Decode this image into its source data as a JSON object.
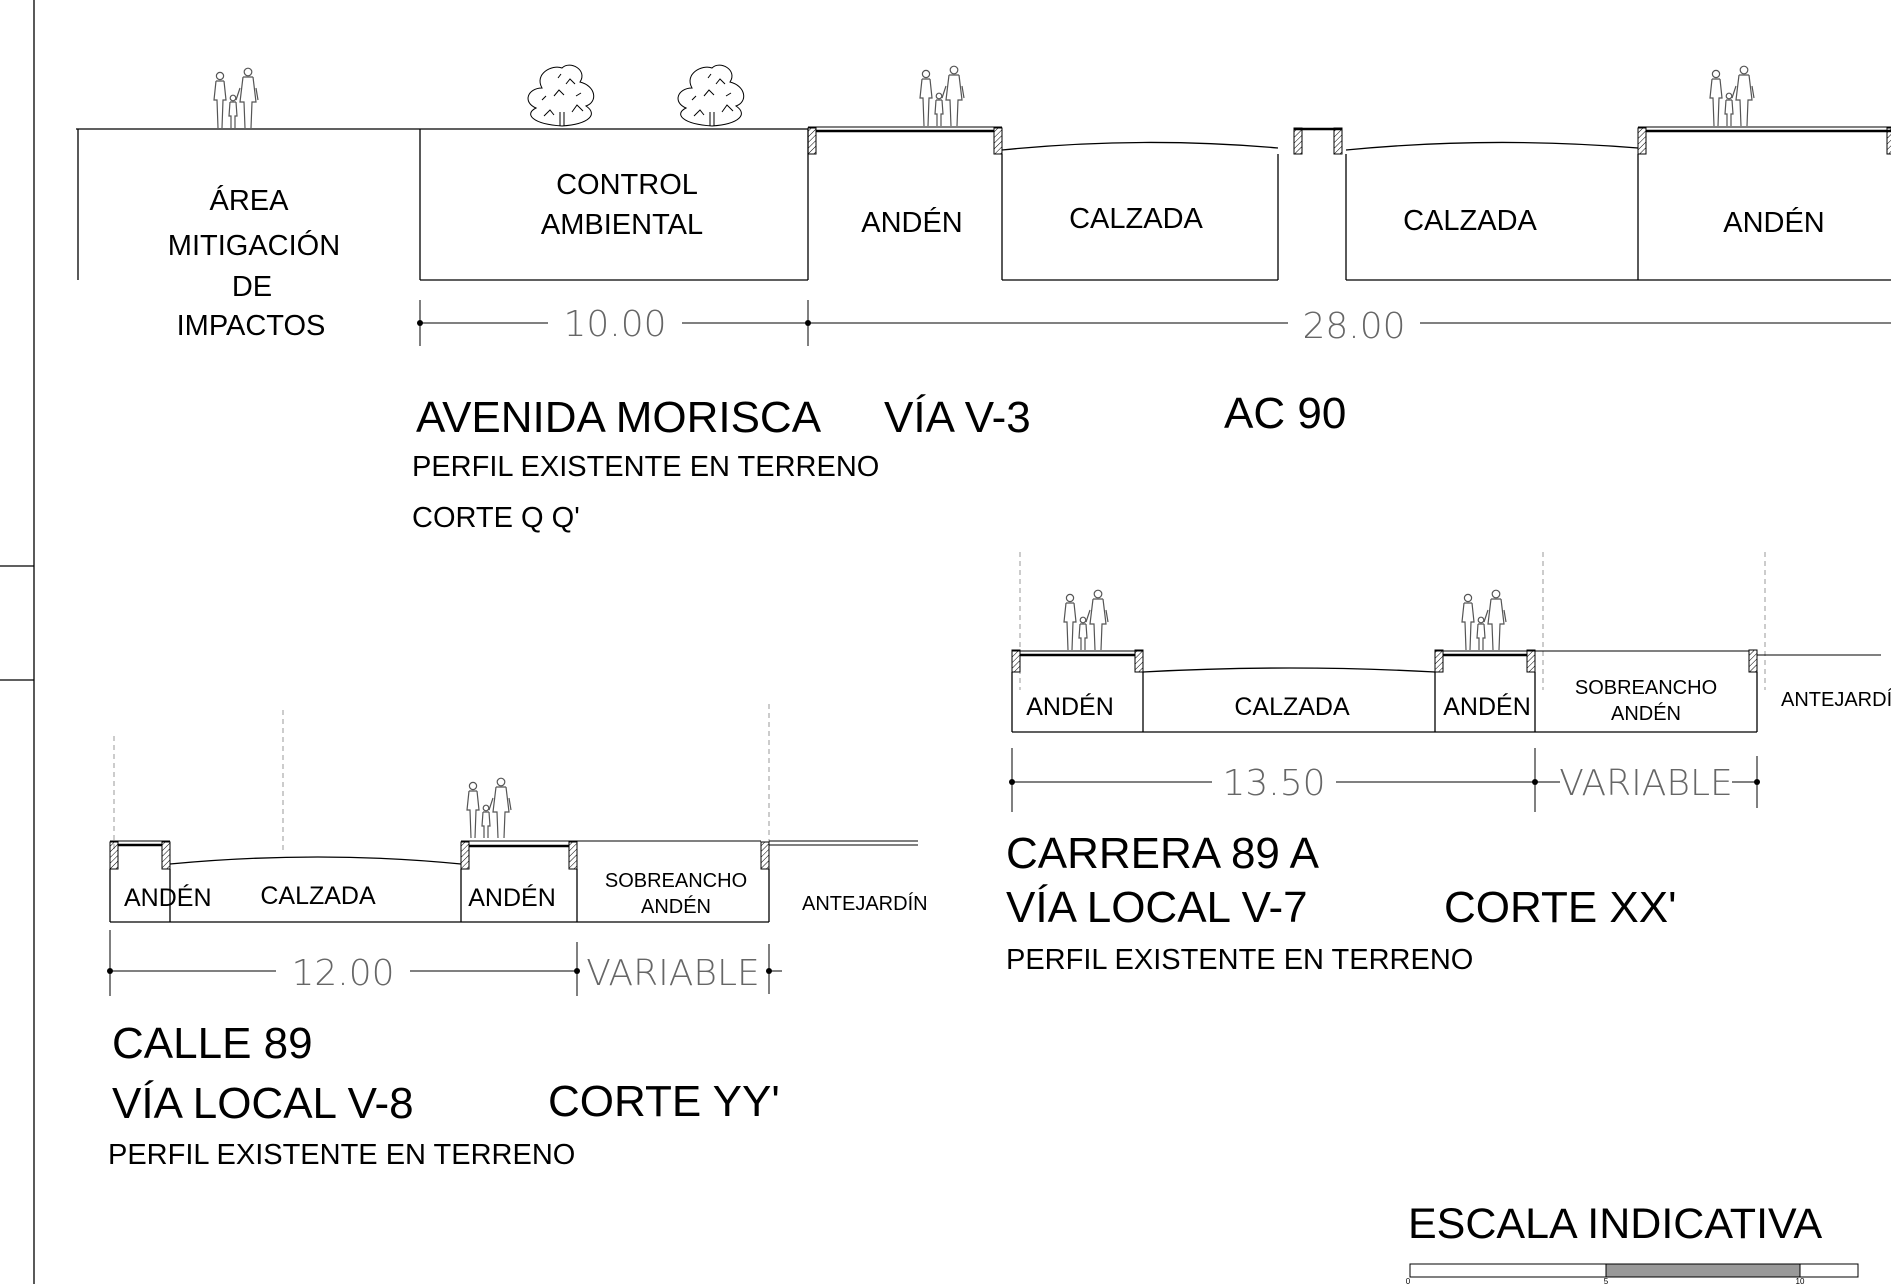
{
  "section_top": {
    "labels": {
      "mitigation": [
        "ÁREA",
        "MITIGACIÓN",
        "DE",
        "IMPACTOS"
      ],
      "control": [
        "CONTROL",
        "AMBIENTAL"
      ],
      "anden_left": "ANDÉN",
      "calzada_left": "CALZADA",
      "calzada_right": "CALZADA",
      "anden_right": "ANDÉN"
    },
    "dimensions": {
      "control_width": "10.00",
      "road_width": "28.00"
    },
    "title": {
      "road_name": "AVENIDA MORISCA",
      "road_type": "VÍA  V-3",
      "code": "AC  90",
      "profile": "PERFIL EXISTENTE EN TERRENO",
      "cut": "CORTE  Q Q'"
    }
  },
  "section_right": {
    "labels": {
      "anden_1": "ANDÉN",
      "calzada": "CALZADA",
      "anden_2": "ANDÉN",
      "sobreancho": [
        "SOBREANCHO",
        "ANDÉN"
      ],
      "antejardin": "ANTEJARDÍN"
    },
    "dimensions": {
      "width": "13.50",
      "variable": "VARIABLE"
    },
    "title": {
      "road_name": "CARRERA 89 A",
      "road_type": "VÍA  LOCAL V-7",
      "cut": "CORTE XX'",
      "profile": "PERFIL EXISTENTE EN TERRENO"
    }
  },
  "section_left": {
    "labels": {
      "anden_1": "ANDÉN",
      "calzada": "CALZADA",
      "anden_2": "ANDÉN",
      "sobreancho": [
        "SOBREANCHO",
        "ANDÉN"
      ],
      "antejardin": "ANTEJARDÍN"
    },
    "dimensions": {
      "width": "12.00",
      "variable": "VARIABLE"
    },
    "title": {
      "road_name": "CALLE 89",
      "road_type": "VÍA  LOCAL V-8",
      "cut": "CORTE YY'",
      "profile": "PERFIL EXISTENTE EN TERRENO"
    }
  },
  "scale": {
    "title": "ESCALA   INDICATIVA",
    "ticks": [
      "0",
      "5",
      "10"
    ]
  }
}
